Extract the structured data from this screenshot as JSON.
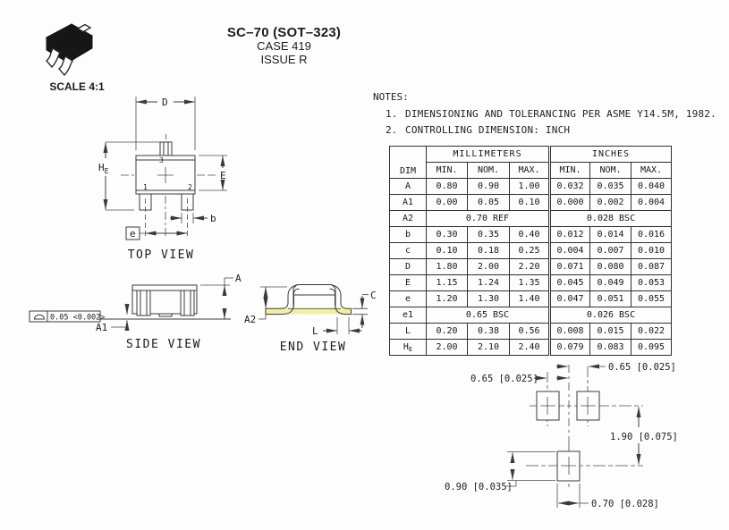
{
  "header": {
    "scale_label": "SCALE 4:1",
    "title": "SC–70 (SOT–323)",
    "case_line": "CASE 419",
    "issue_line": "ISSUE R"
  },
  "notes": {
    "heading": "NOTES:",
    "items": [
      {
        "num": "1.",
        "text": "DIMENSIONING AND TOLERANCING PER ASME Y14.5M, 1982."
      },
      {
        "num": "2.",
        "text": "CONTROLLING DIMENSION: INCH"
      }
    ]
  },
  "views": {
    "top": "TOP VIEW",
    "side": "SIDE VIEW",
    "end": "END VIEW"
  },
  "dim_labels": {
    "D": "D",
    "H_base": "H",
    "H_sub": "E",
    "E": "E",
    "b": "b",
    "e": "e",
    "pin1": "1",
    "pin2": "2",
    "pin3": "3",
    "A": "A",
    "A1": "A1",
    "A2": "A2",
    "C": "C",
    "L": "L",
    "flatness": "0.05 <0.002>"
  },
  "pad_layout": {
    "pitch_left": "0.65 [0.025]",
    "pitch_right": "0.65 [0.025]",
    "row_spacing": "1.90 [0.075]",
    "pad_height": "0.90 [0.035]",
    "pad_width": "0.70 [0.028]"
  },
  "table": {
    "group_headers": [
      "MILLIMETERS",
      "INCHES"
    ],
    "dim_header": "DIM",
    "sub_headers": [
      "MIN.",
      "NOM.",
      "MAX.",
      "MIN.",
      "NOM.",
      "MAX."
    ],
    "rows": [
      {
        "dim": "A",
        "mm": [
          "0.80",
          "0.90",
          "1.00"
        ],
        "inch": [
          "0.032",
          "0.035",
          "0.040"
        ]
      },
      {
        "dim": "A1",
        "mm": [
          "0.00",
          "0.05",
          "0.10"
        ],
        "inch": [
          "0.000",
          "0.002",
          "0.004"
        ]
      },
      {
        "dim": "A2",
        "mm_span": "0.70 REF",
        "inch_span": "0.028 BSC"
      },
      {
        "dim": "b",
        "mm": [
          "0.30",
          "0.35",
          "0.40"
        ],
        "inch": [
          "0.012",
          "0.014",
          "0.016"
        ]
      },
      {
        "dim": "c",
        "mm": [
          "0.10",
          "0.18",
          "0.25"
        ],
        "inch": [
          "0.004",
          "0.007",
          "0.010"
        ]
      },
      {
        "dim": "D",
        "mm": [
          "1.80",
          "2.00",
          "2.20"
        ],
        "inch": [
          "0.071",
          "0.080",
          "0.087"
        ]
      },
      {
        "dim": "E",
        "mm": [
          "1.15",
          "1.24",
          "1.35"
        ],
        "inch": [
          "0.045",
          "0.049",
          "0.053"
        ]
      },
      {
        "dim": "e",
        "mm": [
          "1.20",
          "1.30",
          "1.40"
        ],
        "inch": [
          "0.047",
          "0.051",
          "0.055"
        ]
      },
      {
        "dim": "e1",
        "mm_span": "0.65 BSC",
        "inch_span": "0.026 BSC"
      },
      {
        "dim": "L",
        "mm": [
          "0.20",
          "0.38",
          "0.56"
        ],
        "inch": [
          "0.008",
          "0.015",
          "0.022"
        ]
      },
      {
        "dim": "H",
        "dim_sub": "E",
        "mm": [
          "2.00",
          "2.10",
          "2.40"
        ],
        "inch": [
          "0.079",
          "0.083",
          "0.095"
        ]
      }
    ]
  },
  "colors": {
    "line": "#3a3a3a",
    "text": "#1c1c1c",
    "highlight": "#f2efa2"
  }
}
